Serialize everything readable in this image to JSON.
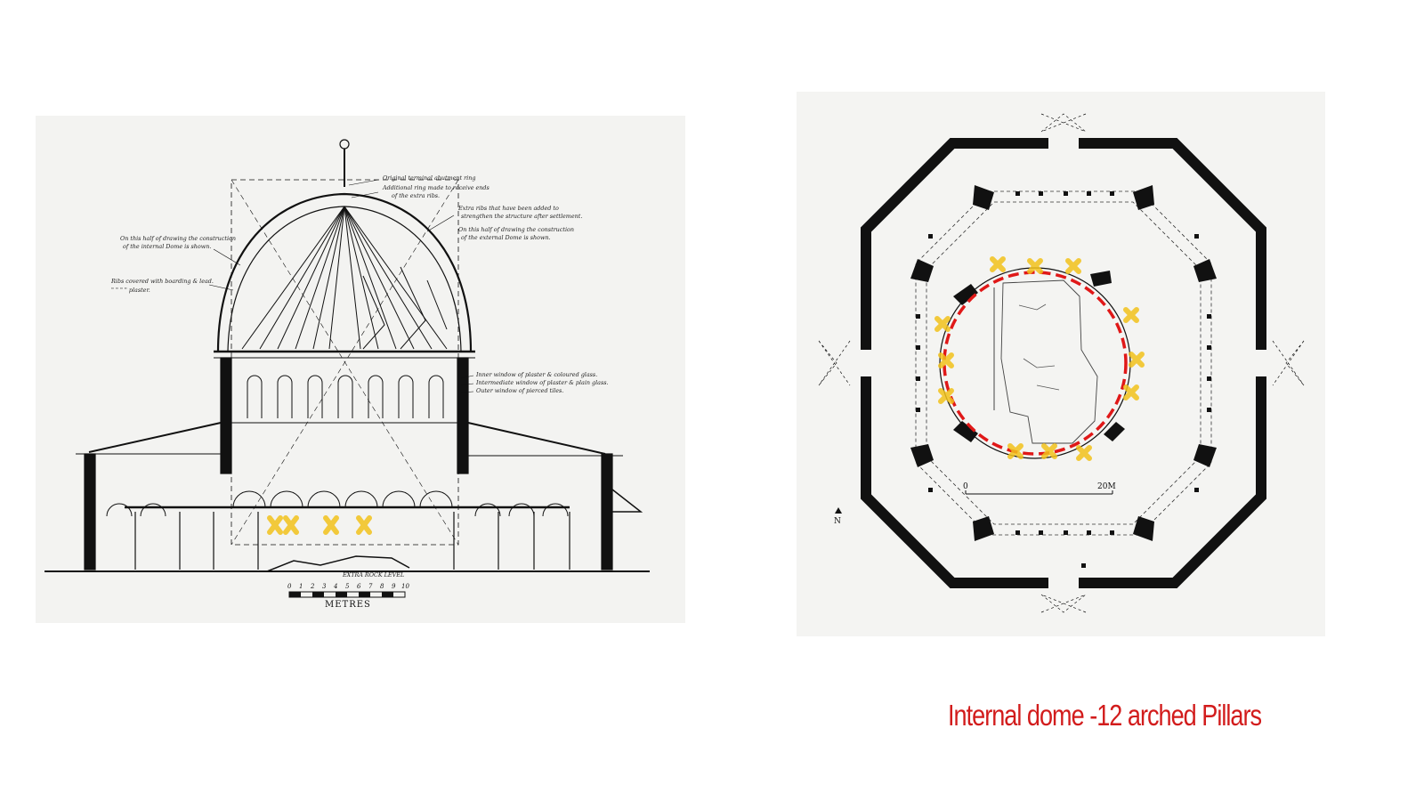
{
  "section_drawing": {
    "annotations": [
      "Original terminal abutment ring",
      "Additional ring made to receive ends",
      "of the extra ribs.",
      "Extra ribs that have been added to",
      "strengthen the structure after settlement.",
      "On this half of drawing the construction",
      "of the external Dome is shown.",
      "On this half of drawing the construction",
      "of the internal Dome is shown.",
      "Ribs covered with boarding & lead.",
      "\"     \"     \"     \"   plaster.",
      "Inner window of plaster & coloured glass.",
      "Intermediate window of plaster & plain glass.",
      "Outer window of pierced tiles."
    ],
    "scale_ticks": [
      "0",
      "1",
      "2",
      "3",
      "4",
      "5",
      "6",
      "7",
      "8",
      "9",
      "10"
    ],
    "scale_unit": "METRES",
    "rock_label": "EXTRA ROCK LEVEL"
  },
  "plan_drawing": {
    "scale_start": "0",
    "scale_end": "20M",
    "north_label": "N"
  },
  "caption": "Internal dome -12 arched Pillars",
  "colors": {
    "caption": "#d21c1c",
    "highlight_circle": "#e01818",
    "pillar_marks": "#f2c21c"
  }
}
